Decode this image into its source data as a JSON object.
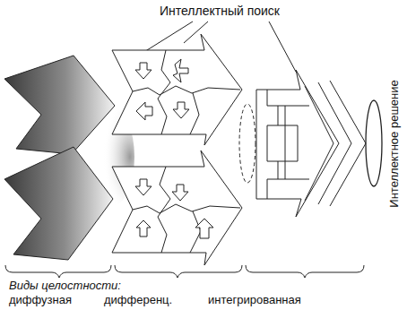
{
  "diagram": {
    "labels": [
      "Интеллектный поиск",
      "Интеллектное решение",
      "Виды целостности:",
      "диффузная",
      "дифференц.",
      "интегрированная"
    ]
  }
}
